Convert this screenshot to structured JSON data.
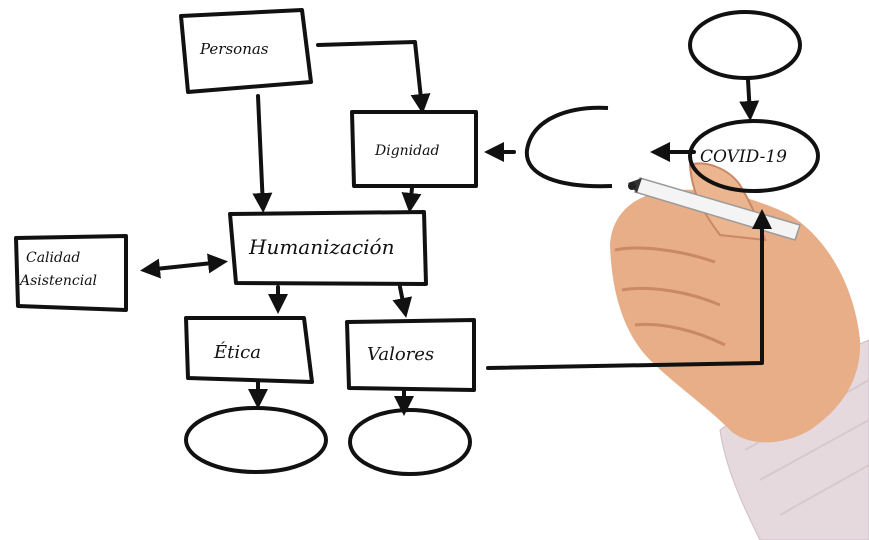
{
  "diagram": {
    "nodes": {
      "personas": "Personas",
      "dignidad": "Dignidad",
      "humanizacion": "Humanización",
      "calidad_line1": "Calidad",
      "calidad_line2": "Asistencial",
      "etica": "Ética",
      "valores": "Valores",
      "covid": "COVID-19"
    },
    "colors": {
      "ink": "#111111",
      "skin": "#e9b08a",
      "skin_shadow": "#c98866",
      "sleeve": "#e4d7dc",
      "marker_body": "#f4f4f4",
      "marker_tip": "#3a3a3a"
    }
  }
}
